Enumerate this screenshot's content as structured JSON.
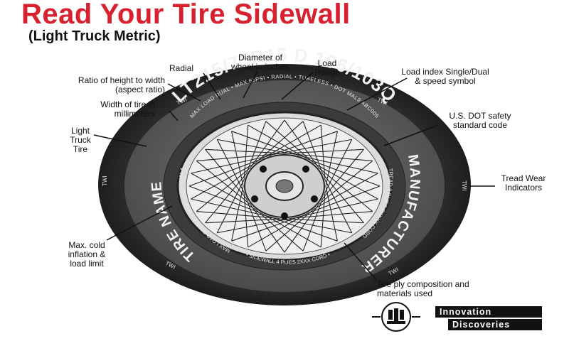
{
  "title": "Read Your Tire Sidewall",
  "subtitle": "(Light Truck Metric)",
  "tire": {
    "size_code": "LT215/75R15 D 106/103Q",
    "twi_label": "TWI",
    "top_band_text": "MAX LOAD DUAL • MAX 65PSI • RADIAL • TUBELESS • DOT MAL9 ABC005",
    "right_band_text": "TREAD 8 PLIES 2XXXX CORD",
    "bottom_band_text": "• SIDEWALL 4 PLIES 2XXX CORD •",
    "left_band_text": "MAX LOAD SINGLE • MAX LOAD DUAL •",
    "left_big_text": "TIRE NAME",
    "right_big_text": "MANUFACTURER"
  },
  "callouts": {
    "diameter": "Diameter of wheel in inches",
    "radial": "Radial",
    "load_range": "Load Range",
    "aspect_ratio": "Ratio of height to width (aspect ratio)",
    "load_index": "Load index Single/Dual & speed symbol",
    "width": "Width of tire in millimeters",
    "dot": "U.S. DOT safety standard code",
    "light_truck": "Light Truck Tire",
    "tread_wear": "Tread Wear Indicators",
    "max_cold": "Max. cold inflation & load limit",
    "ply": "Tire ply composition and materials used"
  },
  "brand": {
    "line1": "Innovation",
    "line2": "Discoveries"
  },
  "colors": {
    "title": "#d8202e",
    "tire_dark": "#2e2e2e",
    "tire_mid": "#6a6a6a",
    "wheel_light": "#cfcfcf"
  }
}
